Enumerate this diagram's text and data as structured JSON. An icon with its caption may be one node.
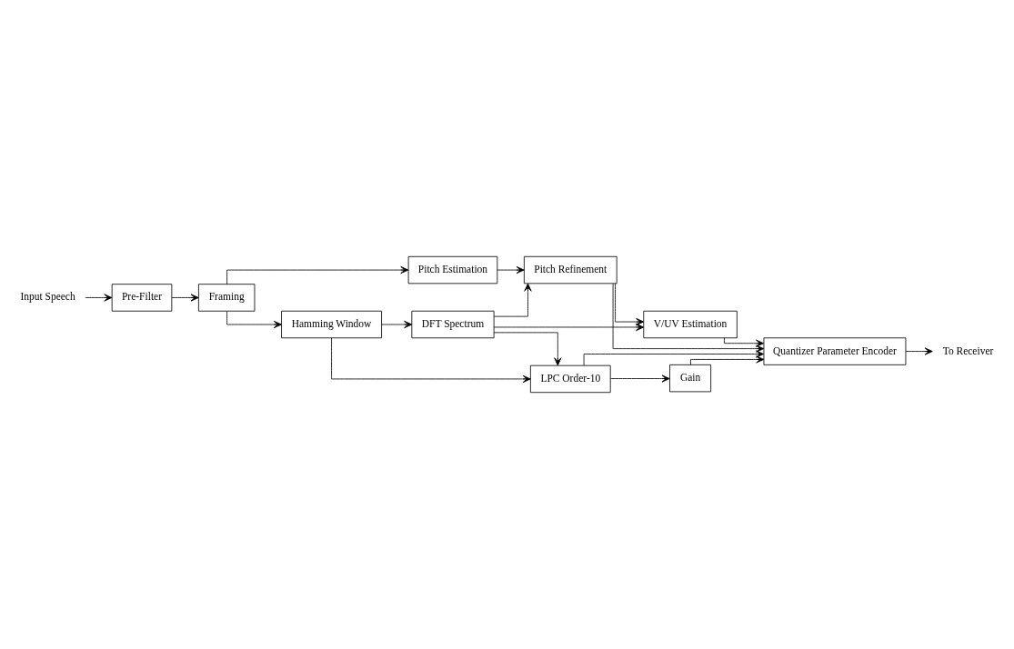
{
  "diagram": {
    "nodes": [
      {
        "text": [
          "Input Speech"
        ]
      },
      {
        "text": [
          "Pre-Filter"
        ]
      },
      {
        "text": [
          "Framing"
        ]
      },
      {
        "text": [
          "Pitch Estimation"
        ]
      },
      {
        "text": [
          "Pitch Refinement"
        ]
      },
      {
        "text": [
          "Hamming Window"
        ]
      },
      {
        "text": [
          "DFT Spectrum"
        ]
      },
      {
        "text": [
          "V/UV Estimation"
        ]
      },
      {
        "text": [
          "LPC Order-10"
        ]
      },
      {
        "text": [
          "Gain"
        ]
      },
      {
        "text": [
          "Quantizer Parameter Encoder"
        ]
      },
      {
        "text": [
          "To Receiver"
        ]
      }
    ],
    "edges": [
      {
        "from": 0,
        "to": 1,
        "arrow": "to"
      },
      {
        "from": 1,
        "to": 2,
        "arrow": "to"
      },
      {
        "from": 2,
        "to": 3,
        "arrow": "to"
      },
      {
        "from": 2,
        "to": 5,
        "arrow": "to"
      },
      {
        "from": 3,
        "to": 4,
        "arrow": "to"
      },
      {
        "from": 4,
        "to": 7,
        "arrow": "to"
      },
      {
        "from": 4,
        "to": 10,
        "arrow": "to"
      },
      {
        "from": 5,
        "to": 6,
        "arrow": "to"
      },
      {
        "from": 5,
        "to": 8,
        "arrow": "to"
      },
      {
        "from": 6,
        "to": 4,
        "arrow": "to"
      },
      {
        "from": 6,
        "to": 7,
        "arrow": "to"
      },
      {
        "from": 6,
        "to": 8,
        "arrow": "to"
      },
      {
        "from": 7,
        "to": 10,
        "arrow": "to"
      },
      {
        "from": 8,
        "to": 10,
        "arrow": "to"
      },
      {
        "from": 8,
        "to": 9,
        "arrow": "to"
      },
      {
        "from": 9,
        "to": 10,
        "arrow": "to"
      },
      {
        "from": 10,
        "to": 11,
        "arrow": "to"
      }
    ]
  }
}
